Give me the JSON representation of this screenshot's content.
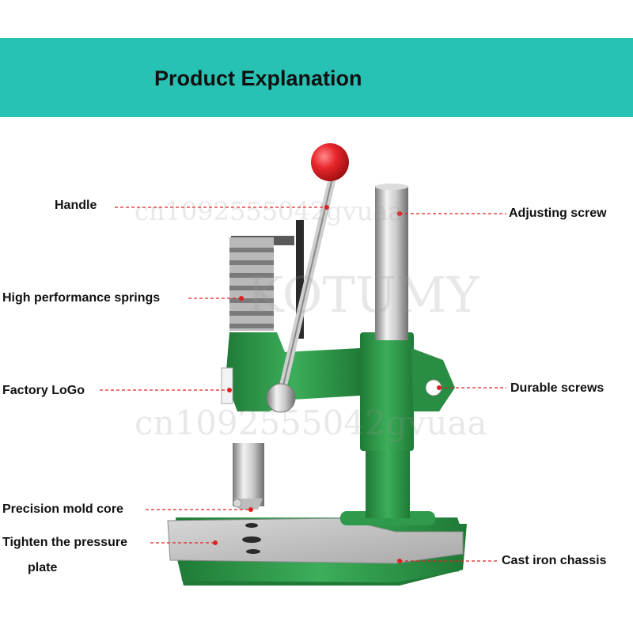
{
  "header": {
    "title": "Product Explanation"
  },
  "labels": {
    "handle": "Handle",
    "adjusting_screw": "Adjusting screw",
    "springs": "High performance springs",
    "factory_logo": "Factory LoGo",
    "durable_screws": "Durable screws",
    "mold_core": "Precision mold core",
    "pressure_plate_line1": "Tighten the pressure",
    "pressure_plate_line2": "plate",
    "chassis": "Cast iron chassis"
  },
  "watermarks": {
    "brand": "KOTUMY",
    "id_top": "cn1092555042gvuaa",
    "id_mid": "cn1092555042gvuaa"
  },
  "colors": {
    "banner": "#28c2b4",
    "machine_green": "#2f9a4c",
    "ball_red": "#e8262b",
    "leader_line_red": "#e02020"
  }
}
